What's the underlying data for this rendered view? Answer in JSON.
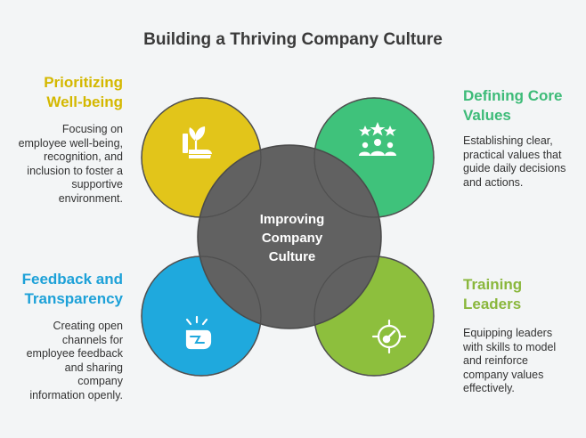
{
  "title": "Building a Thriving Company Culture",
  "center": {
    "lines": [
      "Improving",
      "Company",
      "Culture"
    ]
  },
  "quadrants": [
    {
      "position": "top-left",
      "heading": [
        "Prioritizing",
        "Well-being"
      ],
      "description": [
        "Focusing on",
        "employee well-being,",
        "recognition, and",
        "inclusion to foster a",
        "supportive",
        "environment."
      ],
      "color": "#e2c51a",
      "icon": "plant-in-hand-icon"
    },
    {
      "position": "top-right",
      "heading": [
        "Defining Core",
        "Values"
      ],
      "description": [
        "Establishing clear,",
        "practical values that",
        "guide daily decisions",
        "and actions."
      ],
      "color": "#3fc27b",
      "icon": "stars-team-icon"
    },
    {
      "position": "bottom-left",
      "heading": [
        "Feedback and",
        "Transparency"
      ],
      "description": [
        "Creating open",
        "channels for",
        "employee feedback",
        "and sharing",
        "company",
        "information openly."
      ],
      "color": "#1fa9dd",
      "icon": "megaphone-fist-icon"
    },
    {
      "position": "bottom-right",
      "heading": [
        "Training",
        "Leaders"
      ],
      "description": [
        "Equipping leaders",
        "with skills to model",
        "and reinforce",
        "company values",
        "effectively."
      ],
      "color": "#8dbf3d",
      "icon": "target-gauge-icon"
    }
  ],
  "colors": {
    "center": "#616161",
    "outline": "#5c5c5c",
    "background": "#f3f5f6"
  }
}
